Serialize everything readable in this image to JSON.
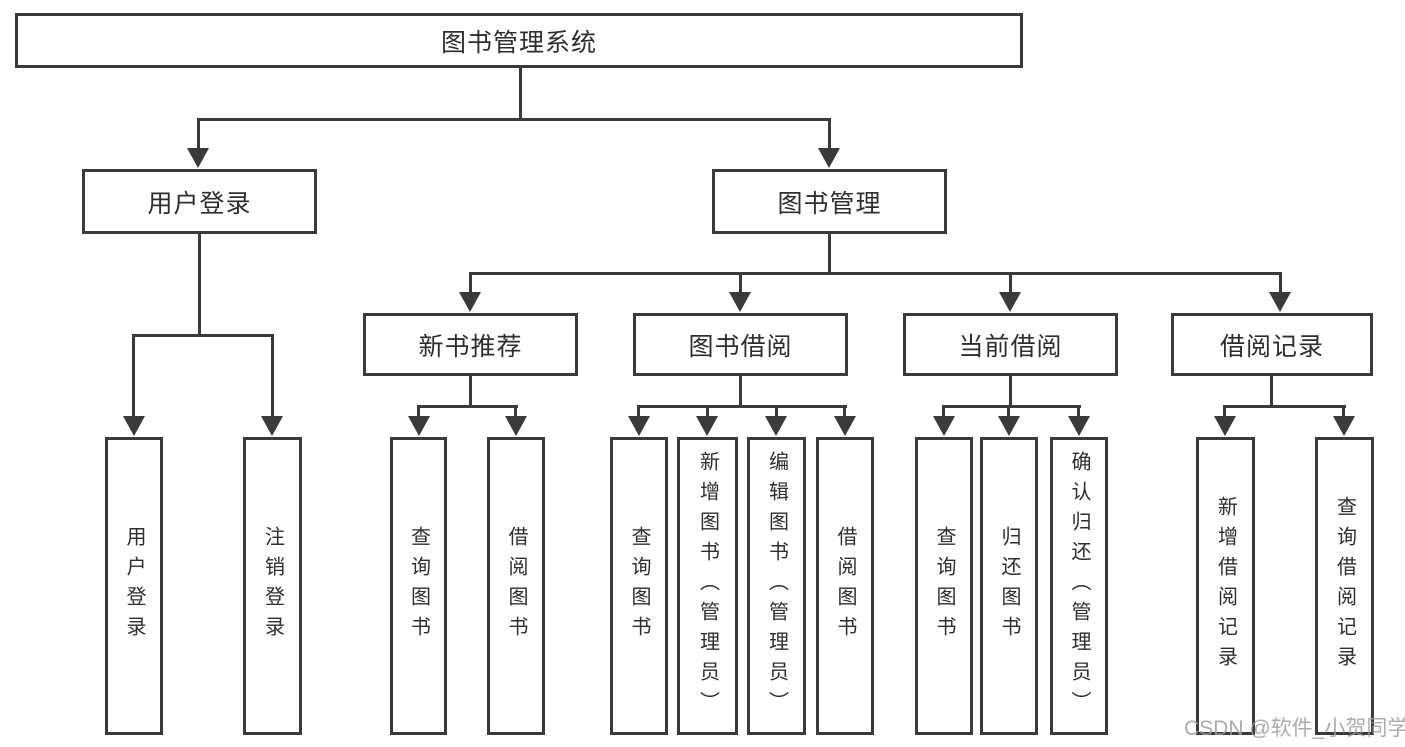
{
  "diagram": {
    "type": "tree",
    "root": {
      "label": "图书管理系统",
      "children": [
        {
          "label": "用户登录",
          "children": [
            {
              "label": "用户登录"
            },
            {
              "label": "注销登录"
            }
          ]
        },
        {
          "label": "图书管理",
          "children": [
            {
              "label": "新书推荐",
              "children": [
                {
                  "label": "查询图书"
                },
                {
                  "label": "借阅图书"
                }
              ]
            },
            {
              "label": "图书借阅",
              "children": [
                {
                  "label": "查询图书"
                },
                {
                  "label": "新增图书（管理员）"
                },
                {
                  "label": "编辑图书（管理员）"
                },
                {
                  "label": "借阅图书"
                }
              ]
            },
            {
              "label": "当前借阅",
              "children": [
                {
                  "label": "查询图书"
                },
                {
                  "label": "归还图书"
                },
                {
                  "label": "确认归还（管理员）"
                }
              ]
            },
            {
              "label": "借阅记录",
              "children": [
                {
                  "label": "新增借阅记录"
                },
                {
                  "label": "查询借阅记录"
                }
              ]
            }
          ]
        }
      ]
    },
    "colors": {
      "line": "#3a3a3a",
      "border": "#3a3a3a",
      "text": "#2e2e2e",
      "box_fill": "#ffffff",
      "background": "#ffffff"
    }
  },
  "watermark": {
    "text": "CSDN @软件_小贺同学",
    "color": "#9e9e9e"
  }
}
